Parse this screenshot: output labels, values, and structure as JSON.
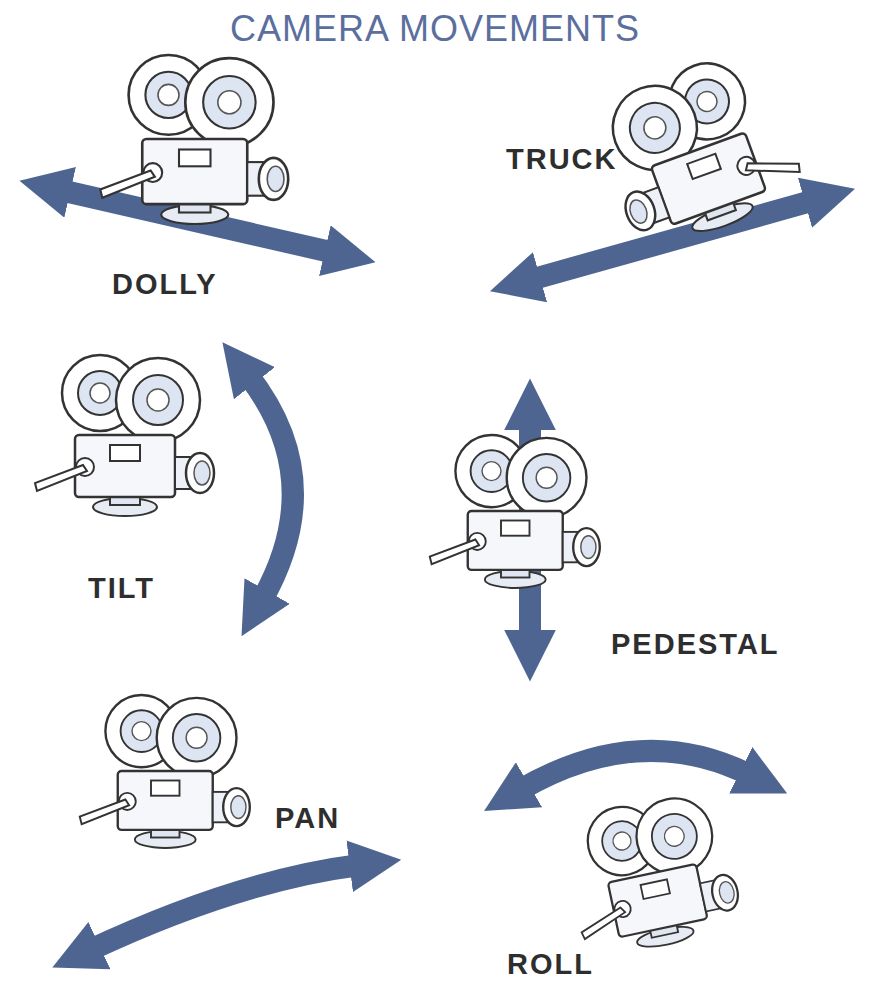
{
  "diagram": {
    "title": "CAMERA MOVEMENTS",
    "labels": [
      "DOLLY",
      "TRUCK",
      "TILT",
      "PEDESTAL",
      "PAN",
      "ROLL"
    ]
  }
}
